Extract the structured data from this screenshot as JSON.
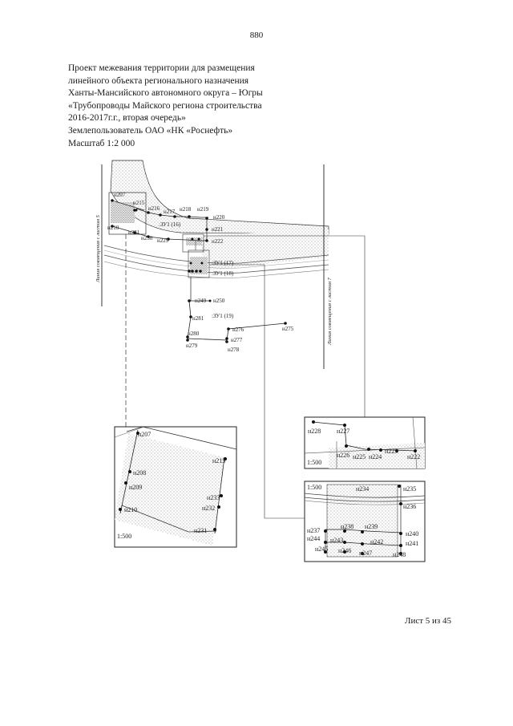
{
  "page_number": "880",
  "header": {
    "lines": [
      "Проект межевания территории для размещения",
      "линейного объекта регионального назначения",
      "Ханты-Мансийского автономного округа – Югры",
      "«Трубопроводы Майского региона строительства",
      "2016-2017г.г., вторая очередь»",
      "Землепользователь ОАО «НК «Роснефть»",
      "Масштаб 1:2 000"
    ]
  },
  "main_map": {
    "left_match_line": "Линия совмещения с листом 5",
    "right_match_line": "Линия совмещения с листом 7",
    "points": [
      "н207",
      "н215",
      "н216",
      "н217",
      "н218",
      "н219",
      "н220",
      "н210",
      "н231",
      "н230",
      "н229",
      "н221",
      "н222",
      "н249",
      "н250",
      "н281",
      "н276",
      "н275",
      "н280",
      "н277",
      "н279",
      "н278"
    ],
    "parcels": [
      ":ЗУ1 (16)",
      ":ЗУ1 (17)",
      ":ЗУ1 (18)",
      ":ЗУ1 (19)"
    ]
  },
  "inset_left": {
    "scale": "1:500",
    "points": [
      "н207",
      "н215",
      "н208",
      "н209",
      "н210",
      "н233",
      "н232",
      "н231"
    ]
  },
  "inset_top_right": {
    "scale": "1:500",
    "points": [
      "н228",
      "н227",
      "н226",
      "н225",
      "н224",
      "н223",
      "н222"
    ]
  },
  "inset_bottom_right": {
    "scale": "1:500",
    "points": [
      "н234",
      "н235",
      "н236",
      "н237",
      "н238",
      "н239",
      "н240",
      "н244",
      "н243",
      "н242",
      "н241",
      "н245",
      "н246",
      "н247",
      "н248"
    ]
  },
  "footer": "Лист 5 из 45"
}
